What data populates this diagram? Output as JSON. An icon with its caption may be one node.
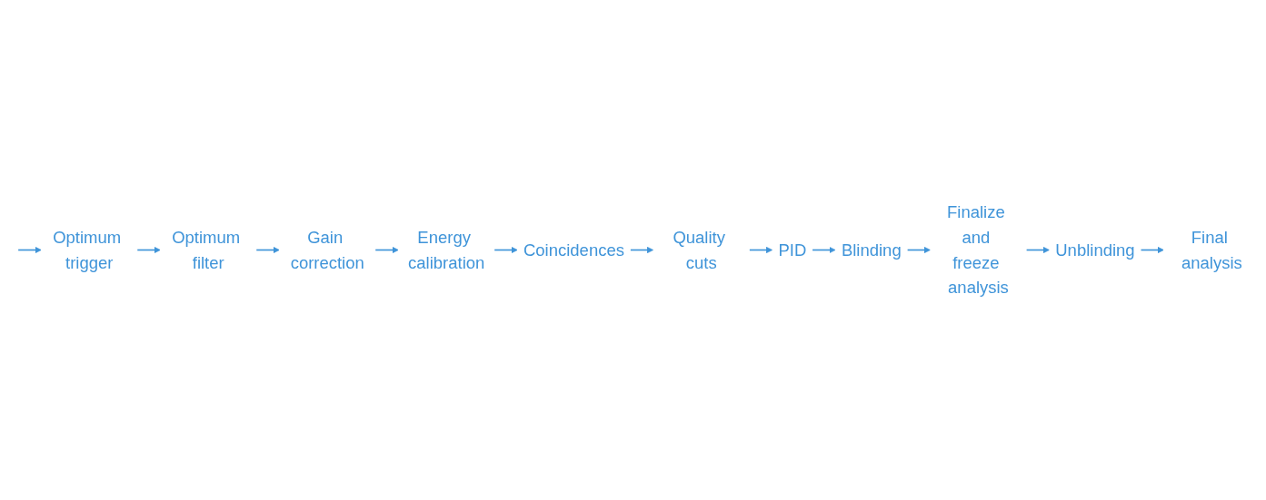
{
  "diagram": {
    "nodes": [
      {
        "text": [
          "Optimum trigger"
        ]
      },
      {
        "text": [
          "Optimum filter"
        ]
      },
      {
        "text": [
          "Gain correction"
        ]
      },
      {
        "text": [
          "Energy calibration"
        ]
      },
      {
        "text": [
          "Coincidences"
        ]
      },
      {
        "text": [
          "Quality cuts"
        ]
      },
      {
        "text": [
          "PID"
        ]
      },
      {
        "text": [
          "Blinding"
        ]
      },
      {
        "text": [
          "Finalize and freeze analysis"
        ]
      },
      {
        "text": [
          "Unblinding"
        ]
      },
      {
        "text": [
          "Final analysis"
        ]
      }
    ],
    "edges": [
      {
        "from": null,
        "to": 0,
        "arrow": "to"
      },
      {
        "from": 0,
        "to": 1,
        "arrow": "to"
      },
      {
        "from": 1,
        "to": 2,
        "arrow": "to"
      },
      {
        "from": 2,
        "to": 3,
        "arrow": "to"
      },
      {
        "from": 3,
        "to": 4,
        "arrow": "to"
      },
      {
        "from": 4,
        "to": 5,
        "arrow": "to"
      },
      {
        "from": 5,
        "to": 6,
        "arrow": "to"
      },
      {
        "from": 6,
        "to": 7,
        "arrow": "to"
      },
      {
        "from": 7,
        "to": 8,
        "arrow": "to"
      },
      {
        "from": 8,
        "to": 9,
        "arrow": "to"
      },
      {
        "from": 9,
        "to": 10,
        "arrow": "to"
      }
    ]
  }
}
